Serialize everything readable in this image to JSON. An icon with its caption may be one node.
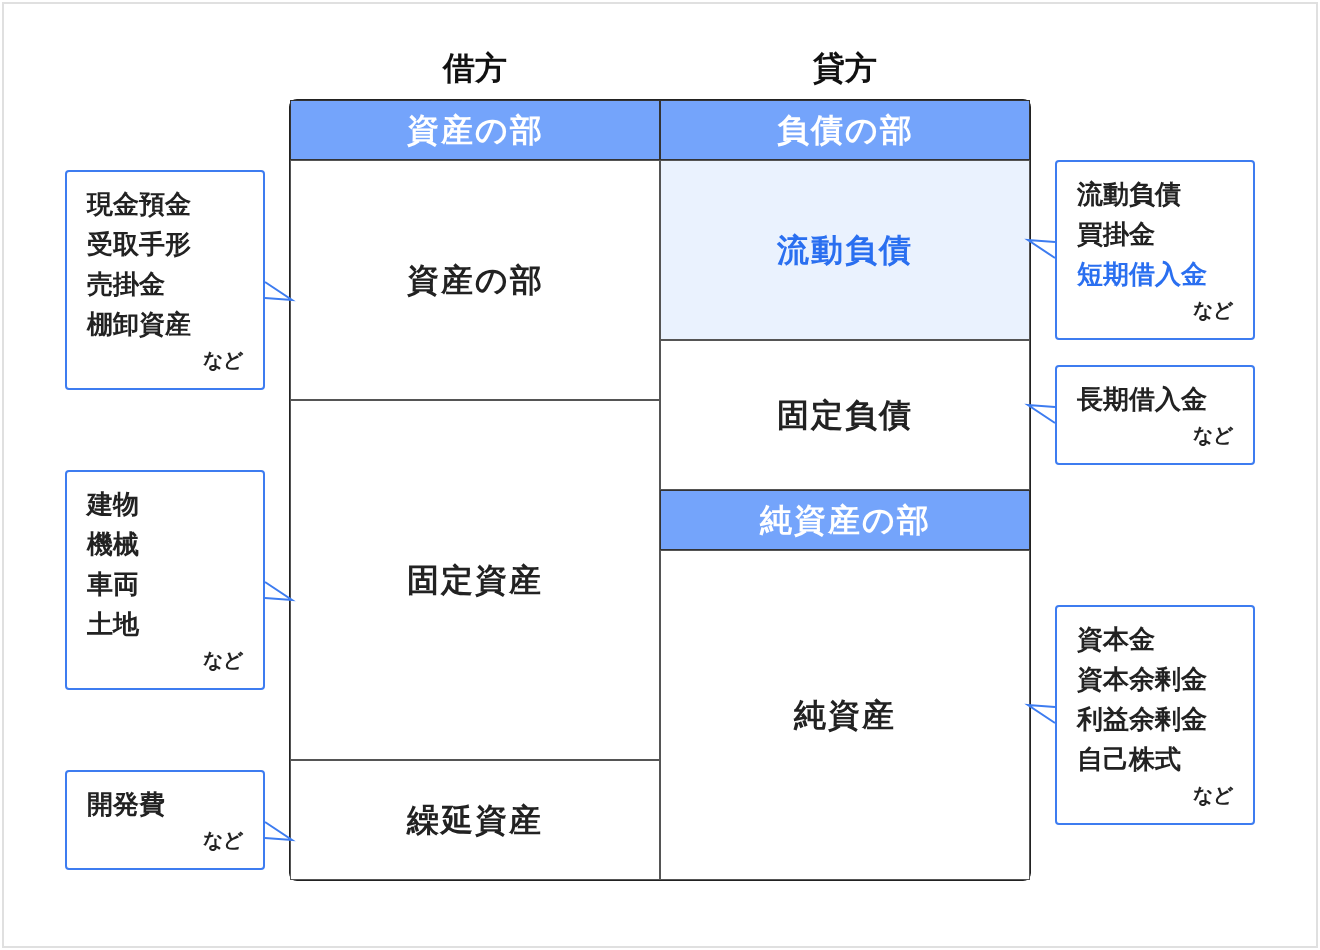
{
  "diagram": {
    "nodes": [
      {
        "text": [
          "資産の部"
        ]
      },
      {
        "text": [
          "負債の部"
        ]
      },
      {
        "text": [
          "資産の部"
        ]
      },
      {
        "text": [
          "流動負債"
        ]
      },
      {
        "text": [
          "固定資産"
        ]
      },
      {
        "text": [
          "固定負債"
        ]
      },
      {
        "text": [
          "純資産の部"
        ]
      },
      {
        "text": [
          "純資産"
        ]
      },
      {
        "text": [
          "繰延資産"
        ]
      },
      {
        "text": [
          "現金預金",
          "受取手形",
          "売掛金",
          "棚卸資産",
          "など"
        ]
      },
      {
        "text": [
          "建物",
          "機械",
          "車両",
          "土地",
          "など"
        ]
      },
      {
        "text": [
          "開発費",
          "など"
        ]
      },
      {
        "text": [
          "流動負債",
          "買掛金",
          "短期借入金",
          "など"
        ]
      },
      {
        "text": [
          "長期借入金",
          "など"
        ]
      },
      {
        "text": [
          "資本金",
          "資本余剰金",
          "利益余剰金",
          "自己株式",
          "など"
        ]
      }
    ],
    "edges": [
      {
        "from": 9,
        "to": 2,
        "arrow": "to"
      },
      {
        "from": 10,
        "to": 4,
        "arrow": "to"
      },
      {
        "from": 11,
        "to": 8,
        "arrow": "to"
      },
      {
        "from": 12,
        "to": 3,
        "arrow": "to"
      },
      {
        "from": 13,
        "to": 5,
        "arrow": "to"
      },
      {
        "from": 14,
        "to": 7,
        "arrow": "to"
      }
    ],
    "labels": [
      "借方",
      "貸方"
    ]
  }
}
